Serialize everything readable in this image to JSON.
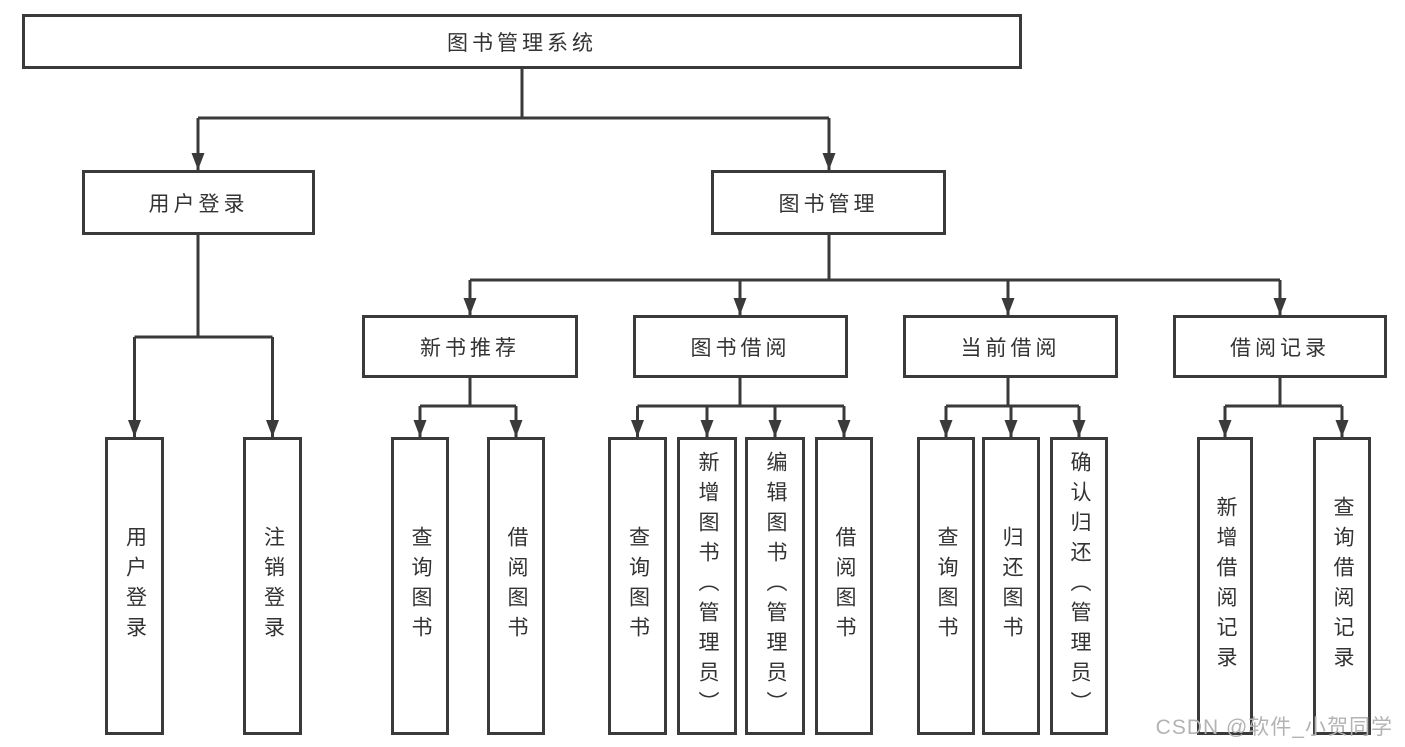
{
  "diagram": {
    "tree": {
      "root": "图书管理系统",
      "branches": [
        {
          "label": "用户登录",
          "leaves": [
            "用户登录",
            "注销登录"
          ]
        },
        {
          "label": "图书管理",
          "groups": [
            {
              "label": "新书推荐",
              "leaves": [
                "查询图书",
                "借阅图书"
              ]
            },
            {
              "label": "图书借阅",
              "leaves": [
                "查询图书",
                "新增图书（管理员）",
                "编辑图书（管理员）",
                "借阅图书"
              ]
            },
            {
              "label": "当前借阅",
              "leaves": [
                "查询图书",
                "归还图书",
                "确认归还（管理员）"
              ]
            },
            {
              "label": "借阅记录",
              "leaves": [
                "新增借阅记录",
                "查询借阅记录"
              ]
            }
          ]
        }
      ]
    },
    "colors": {
      "line": "#3a3a3a",
      "text": "#333333",
      "background": "#ffffff",
      "watermark": "#b3b3b3"
    }
  },
  "watermark": {
    "text": "CSDN @软件_小贺同学"
  }
}
